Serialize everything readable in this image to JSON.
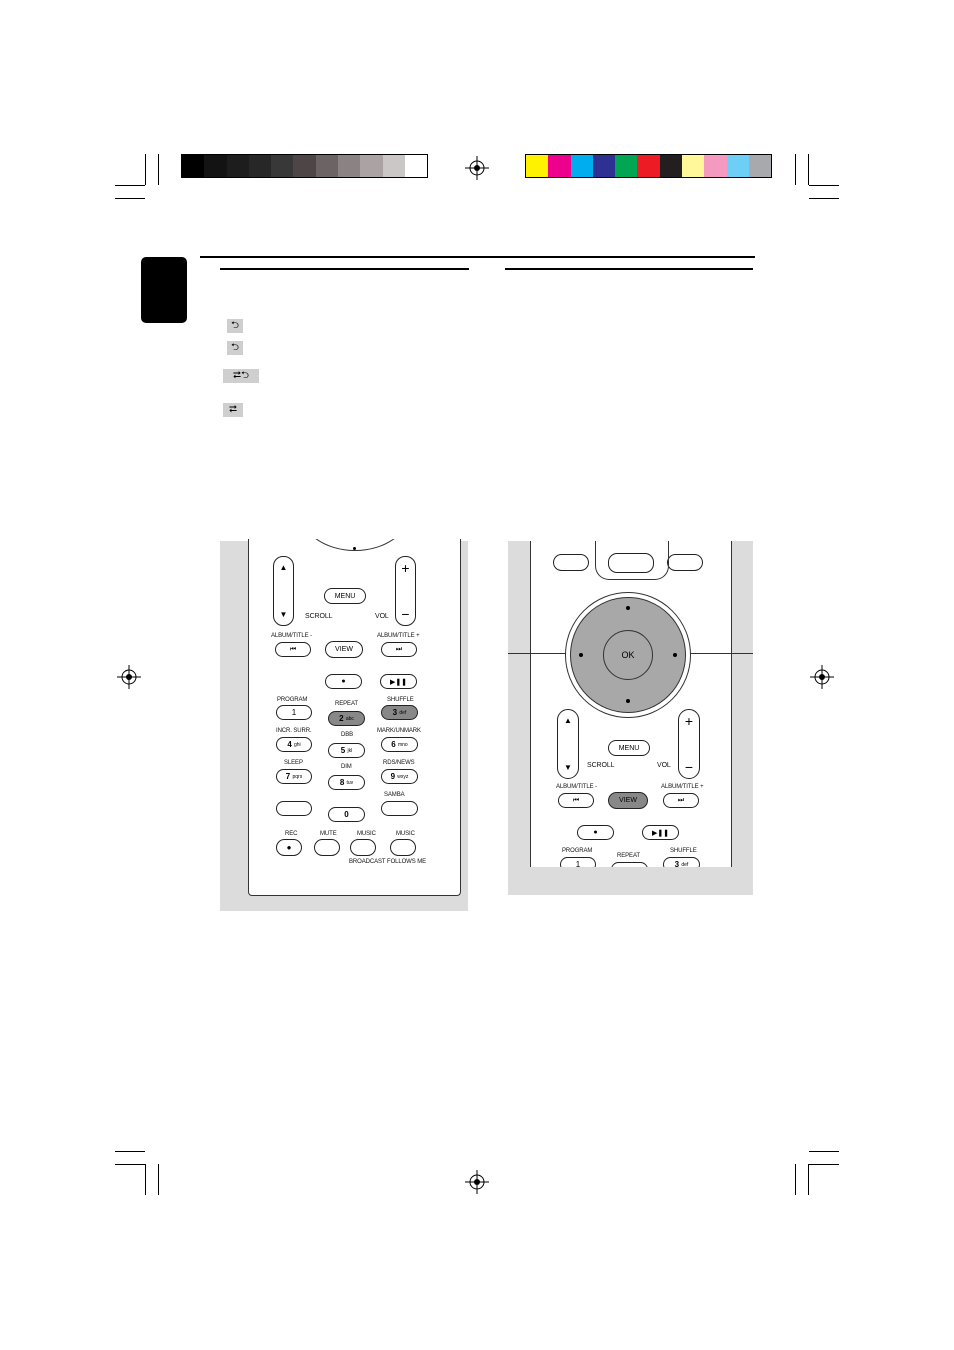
{
  "color_bars": {
    "gray": [
      "#000000",
      "#131313",
      "#1d1d1d",
      "#272727",
      "#383838",
      "#4d4546",
      "#6b6364",
      "#8a8283",
      "#aaa2a3",
      "#ccc7c7",
      "#ffffff"
    ],
    "color": [
      "#fff200",
      "#ec008c",
      "#00aeef",
      "#2e3192",
      "#00a651",
      "#ed1c24",
      "#231f20",
      "#fff799",
      "#f49ac1",
      "#6dcff6",
      "#a7a9ac"
    ]
  },
  "icons": [
    "repeat-one-icon",
    "repeat-album-icon",
    "repeat-album-shuffle-icon",
    "repeat-all-icon"
  ],
  "left_remote": {
    "menu": "MENU",
    "scroll": "SCROLL",
    "vol": "VOL",
    "album_prev": "ALBUM/TITLE -",
    "album_next": "ALBUM/TITLE +",
    "view": "VIEW",
    "program": "PROGRAM",
    "repeat": "REPEAT",
    "shuffle": "SHUFFLE",
    "incr_surr": "INCR. SURR.",
    "dbb": "DBB",
    "mark": "MARK/UNMARK",
    "sleep": "SLEEP",
    "dim": "DIM",
    "rds": "RDS/NEWS",
    "samba": "SAMBA",
    "rec": "REC",
    "mute": "MUTE",
    "music": "MUSIC",
    "music2": "MUSIC",
    "broadcast": "BROADCAST",
    "follows": "FOLLOWS ME",
    "k1": "1",
    "k2": "2",
    "k2s": "abc",
    "k3": "3",
    "k3s": "def",
    "k4": "4",
    "k4s": "ghi",
    "k5": "5",
    "k5s": "jkl",
    "k6": "6",
    "k6s": "mno",
    "k7": "7",
    "k7s": "pqrs",
    "k8": "8",
    "k8s": "tuv",
    "k9": "9",
    "k9s": "wxyz",
    "k0": "0"
  },
  "right_remote": {
    "ok": "OK",
    "menu": "MENU",
    "scroll": "SCROLL",
    "vol": "VOL",
    "album_prev": "ALBUM/TITLE -",
    "album_next": "ALBUM/TITLE +",
    "view": "VIEW",
    "program": "PROGRAM",
    "repeat": "REPEAT",
    "shuffle": "SHUFFLE",
    "k1": "1",
    "k3": "3",
    "k3s": "def"
  }
}
